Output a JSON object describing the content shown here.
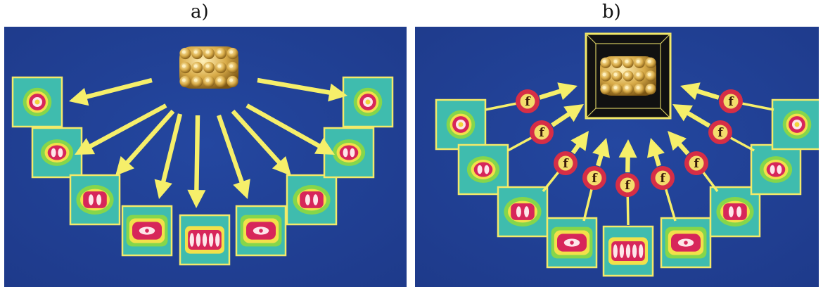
{
  "panels": [
    {
      "label": "a)"
    },
    {
      "label": "b)"
    }
  ],
  "filter_symbol": "f",
  "colors": {
    "background": "#1e3a8a",
    "arrow": "#f6ef6a",
    "tile_border": "#f4ea69",
    "tile_fill": "#3fbcae",
    "projection_outer": "#86d64a",
    "projection_mid": "#f2e14a",
    "projection_inner": "#d7265a",
    "projection_core": "#fde6ea",
    "model": "#d9ac49",
    "filter_ring": "#d62e46",
    "filter_center": "#f3dd6c",
    "box_frame": "#111111"
  }
}
